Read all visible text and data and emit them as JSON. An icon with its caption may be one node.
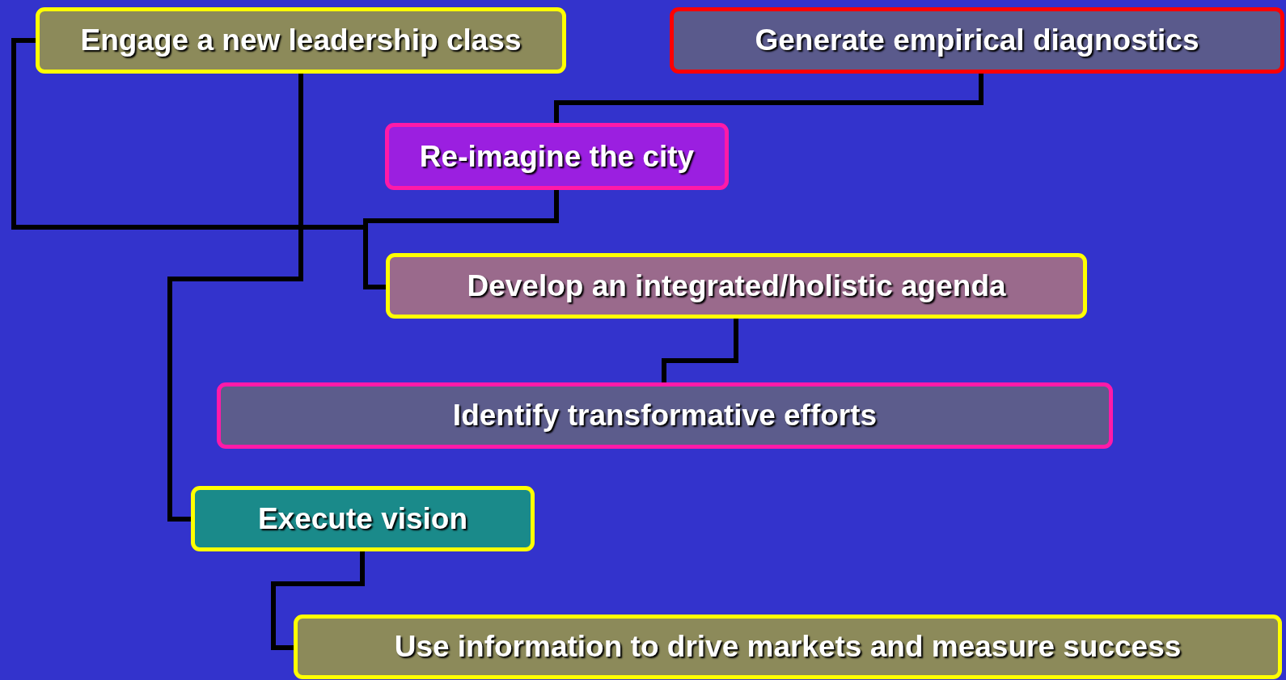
{
  "diagram": {
    "nodes": [
      {
        "text": [
          "Engage a new leadership class"
        ]
      },
      {
        "text": [
          "Generate empirical diagnostics"
        ]
      },
      {
        "text": [
          "Re-imagine the city"
        ]
      },
      {
        "text": [
          "Develop an integrated/holistic agenda"
        ]
      },
      {
        "text": [
          "Identify transformative efforts"
        ]
      },
      {
        "text": [
          "Execute vision"
        ]
      },
      {
        "text": [
          "Use information to drive markets and measure success"
        ]
      }
    ],
    "edges": [
      {
        "from": 1,
        "to": 2,
        "arrow": "none"
      },
      {
        "from": 0,
        "to": 3,
        "arrow": "none"
      },
      {
        "from": 2,
        "to": 3,
        "arrow": "none"
      },
      {
        "from": 0,
        "to": 5,
        "arrow": "none"
      },
      {
        "from": 3,
        "to": 4,
        "arrow": "none"
      },
      {
        "from": 5,
        "to": 6,
        "arrow": "none"
      }
    ]
  }
}
